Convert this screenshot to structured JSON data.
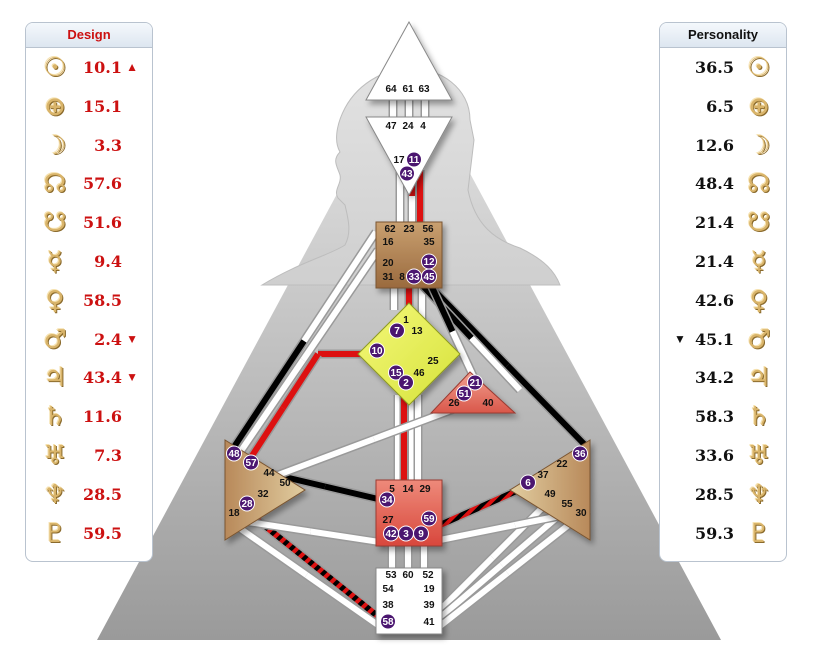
{
  "design": {
    "title": "Design",
    "rows": [
      {
        "icon": "sun-icon",
        "glyph": "☉",
        "value": "10.1",
        "arrow": "▲"
      },
      {
        "icon": "earth-icon",
        "glyph": "⊕",
        "value": "15.1",
        "arrow": ""
      },
      {
        "icon": "moon-icon",
        "glyph": "☽",
        "value": "3.3",
        "arrow": ""
      },
      {
        "icon": "north-node-icon",
        "glyph": "☊",
        "value": "57.6",
        "arrow": ""
      },
      {
        "icon": "south-node-icon",
        "glyph": "☋",
        "value": "51.6",
        "arrow": ""
      },
      {
        "icon": "mercury-icon",
        "glyph": "☿",
        "value": "9.4",
        "arrow": ""
      },
      {
        "icon": "venus-icon",
        "glyph": "♀",
        "value": "58.5",
        "arrow": ""
      },
      {
        "icon": "mars-icon",
        "glyph": "♂",
        "value": "2.4",
        "arrow": "▼"
      },
      {
        "icon": "jupiter-icon",
        "glyph": "♃",
        "value": "43.4",
        "arrow": "▼"
      },
      {
        "icon": "saturn-icon",
        "glyph": "♄",
        "value": "11.6",
        "arrow": ""
      },
      {
        "icon": "uranus-icon",
        "glyph": "♅",
        "value": "7.3",
        "arrow": ""
      },
      {
        "icon": "neptune-icon",
        "glyph": "♆",
        "value": "28.5",
        "arrow": ""
      },
      {
        "icon": "pluto-icon",
        "glyph": "♇",
        "value": "59.5",
        "arrow": ""
      }
    ]
  },
  "personality": {
    "title": "Personality",
    "rows": [
      {
        "icon": "sun-icon",
        "glyph": "☉",
        "value": "36.5",
        "arrow": ""
      },
      {
        "icon": "earth-icon",
        "glyph": "⊕",
        "value": "6.5",
        "arrow": ""
      },
      {
        "icon": "moon-icon",
        "glyph": "☽",
        "value": "12.6",
        "arrow": ""
      },
      {
        "icon": "north-node-icon",
        "glyph": "☊",
        "value": "48.4",
        "arrow": ""
      },
      {
        "icon": "south-node-icon",
        "glyph": "☋",
        "value": "21.4",
        "arrow": ""
      },
      {
        "icon": "mercury-icon",
        "glyph": "☿",
        "value": "21.4",
        "arrow": ""
      },
      {
        "icon": "venus-icon",
        "glyph": "♀",
        "value": "42.6",
        "arrow": ""
      },
      {
        "icon": "mars-icon",
        "glyph": "♂",
        "value": "45.1",
        "arrow": "▼"
      },
      {
        "icon": "jupiter-icon",
        "glyph": "♃",
        "value": "34.2",
        "arrow": ""
      },
      {
        "icon": "saturn-icon",
        "glyph": "♄",
        "value": "58.3",
        "arrow": ""
      },
      {
        "icon": "uranus-icon",
        "glyph": "♅",
        "value": "33.6",
        "arrow": ""
      },
      {
        "icon": "neptune-icon",
        "glyph": "♆",
        "value": "28.5",
        "arrow": ""
      },
      {
        "icon": "pluto-icon",
        "glyph": "♇",
        "value": "59.3",
        "arrow": ""
      }
    ]
  },
  "colors": {
    "design": "#cc1111",
    "personality": "#111111",
    "gate_dot": "#4b1670",
    "head_ajna_throat_fill": "#ffffff",
    "g_center": "#e8f25a",
    "ego": "#e06a5e",
    "sacral": "#e86a60",
    "spleen_solar": "#c9a56e",
    "root": "#ffffff",
    "throat": "#b58a5c"
  },
  "centers": {
    "head": [
      "64",
      "61",
      "63"
    ],
    "ajna": [
      "47",
      "24",
      "4",
      "17",
      "11",
      "43"
    ],
    "throat": [
      "62",
      "23",
      "56",
      "16",
      "35",
      "20",
      "12",
      "31",
      "8",
      "33",
      "45"
    ],
    "g": [
      "1",
      "7",
      "13",
      "10",
      "25",
      "15",
      "46",
      "2"
    ],
    "ego": [
      "21",
      "51",
      "26",
      "40"
    ],
    "spleen": [
      "48",
      "57",
      "44",
      "50",
      "32",
      "28",
      "18"
    ],
    "sacral": [
      "5",
      "14",
      "29",
      "34",
      "27",
      "59",
      "42",
      "3",
      "9"
    ],
    "solar": [
      "36",
      "22",
      "6",
      "37",
      "49",
      "55",
      "30"
    ],
    "root": [
      "53",
      "60",
      "52",
      "54",
      "19",
      "38",
      "39",
      "58",
      "41"
    ]
  },
  "active_gates": [
    "11",
    "43",
    "12",
    "33",
    "45",
    "7",
    "10",
    "15",
    "2",
    "21",
    "51",
    "48",
    "57",
    "28",
    "34",
    "59",
    "42",
    "3",
    "9",
    "36",
    "6",
    "58"
  ]
}
